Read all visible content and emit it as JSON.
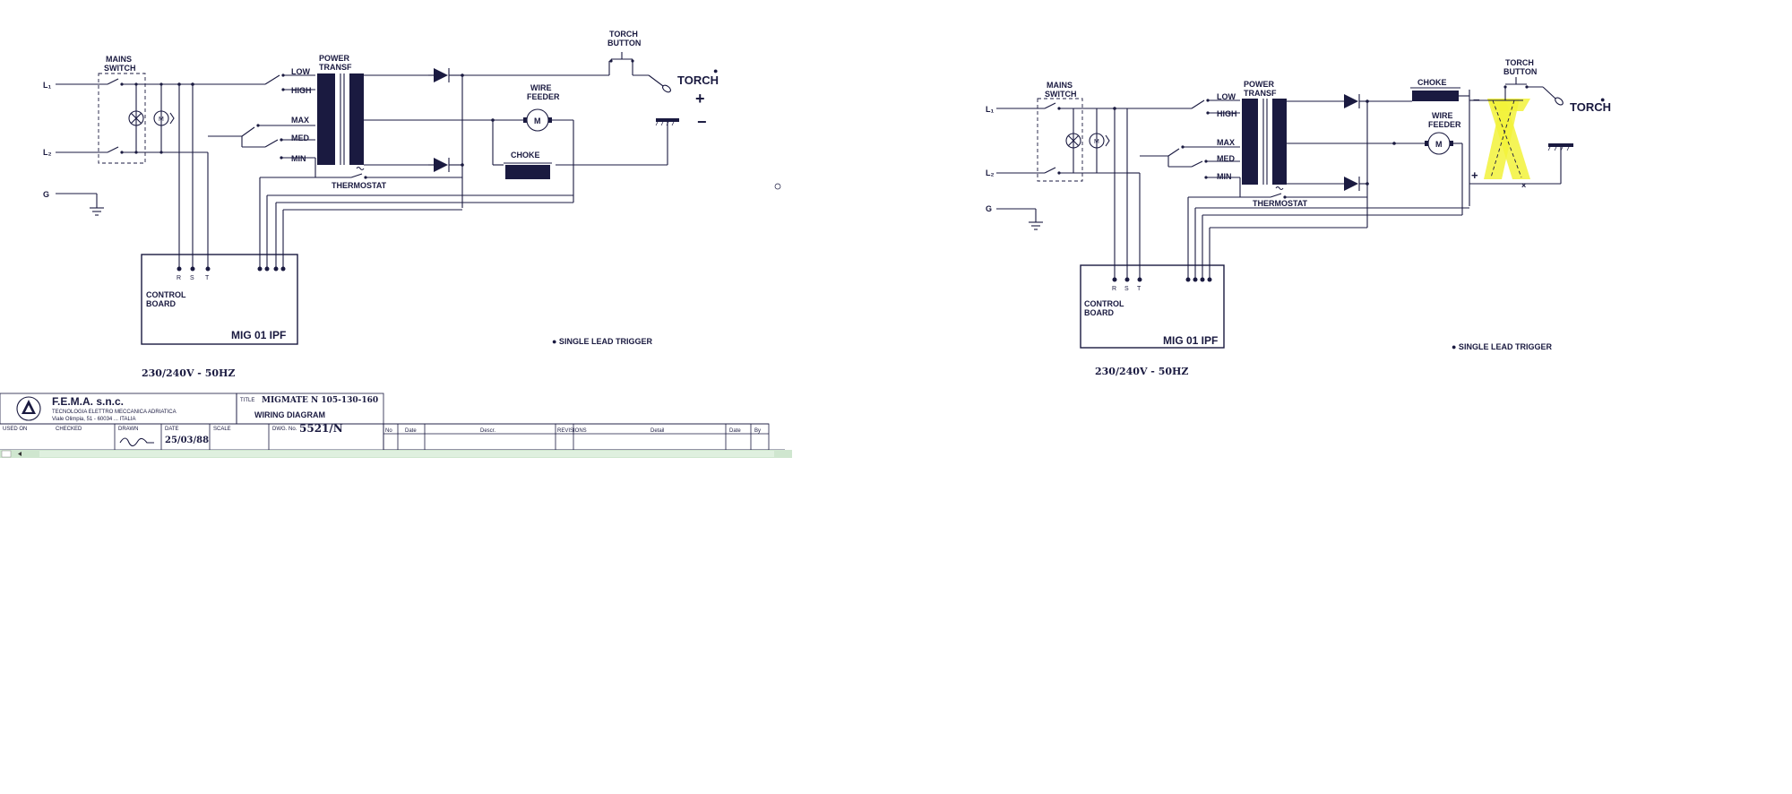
{
  "left": {
    "labels": {
      "mains_switch_1": "MAINS",
      "mains_switch_2": "SWITCH",
      "l1": "L₁",
      "l2": "L₂",
      "g": "G",
      "power_1": "POWER",
      "power_2": "TRANSF",
      "low": "LOW",
      "high": "HIGH",
      "max": "MAX",
      "med": "MED",
      "min": "MIN",
      "thermostat": "THERMOSTAT",
      "torch_button_1": "TORCH",
      "torch_button_2": "BUTTON",
      "torch": "TORCH",
      "plus": "+",
      "minus": "−",
      "wire_feeder_1": "WIRE",
      "wire_feeder_2": "FEEDER",
      "motor": "M",
      "choke": "CHOKE",
      "control_board_1": "CONTROL",
      "control_board_2": "BOARD",
      "r": "R",
      "s": "S",
      "t": "T",
      "model": "MIG 01 IPF",
      "single_lead": "● SINGLE LEAD TRIGGER",
      "voltage": "230/240V  - 50HZ"
    },
    "title_block": {
      "company": "F.E.M.A. s.n.c.",
      "company_sub1": "TECNOLOGIA ELETTRO MECCANICA ADRIATICA",
      "company_sub2": "Viale Olimpia, 51 - 60034 ... ITALIA",
      "title_label": "TITLE",
      "title_value": "MIGMATE N 105-130-160",
      "diagram": "WIRING DIAGRAM",
      "used_on": "USED ON",
      "checked": "CHECKED",
      "drawn": "DRAWN",
      "date_label": "DATE",
      "date_value": "25/03/88",
      "scale": "SCALE",
      "dwg_label": "DWG. No.",
      "dwg_value": "5521/N",
      "col_no": "No",
      "col_date": "Date",
      "col_descr": "Descr.",
      "revisions": "REVISIONS",
      "col_detail": "Detail",
      "col_date2": "Date",
      "col_by": "By"
    }
  },
  "right": {
    "labels": {
      "mains_switch_1": "MAINS",
      "mains_switch_2": "SWITCH",
      "l1": "L₁",
      "l2": "L₂",
      "g": "G",
      "power_1": "POWER",
      "power_2": "TRANSF",
      "low": "LOW",
      "high": "HIGH",
      "max": "MAX",
      "med": "MED",
      "min": "MIN",
      "thermostat": "THERMOSTAT",
      "torch_button_1": "TORCH",
      "torch_button_2": "BUTTON",
      "torch": "TORCH",
      "plus": "+",
      "minus": "−",
      "wire_feeder_1": "WIRE",
      "wire_feeder_2": "FEEDER",
      "motor": "M",
      "choke": "CHOKE",
      "control_board_1": "CONTROL",
      "control_board_2": "BOARD",
      "r": "R",
      "s": "S",
      "t": "T",
      "model": "MIG 01 IPF",
      "single_lead": "● SINGLE LEAD TRIGGER",
      "voltage": "230/240V  - 50HZ"
    },
    "highlight_color": "#f2f23a"
  },
  "colors": {
    "ink": "#1a1a40",
    "scrollbar": "#cfe6cf"
  }
}
